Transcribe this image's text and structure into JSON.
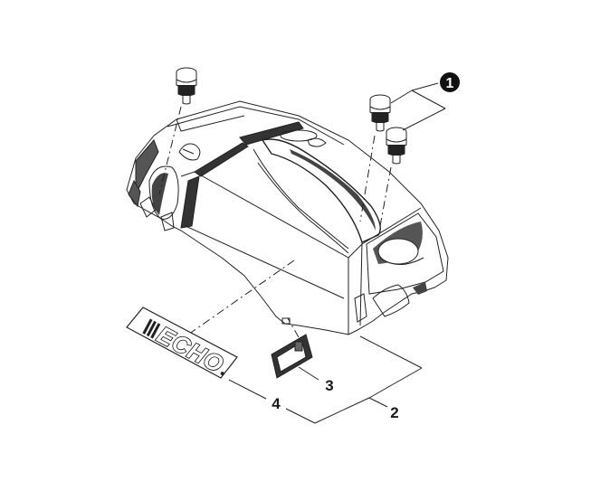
{
  "callouts": {
    "part1": "1",
    "part2": "2",
    "part3": "3",
    "part4": "4"
  },
  "logo": {
    "brand_text": "ECHO"
  },
  "colors": {
    "line": "#222222",
    "shade": "#4a4a4a",
    "fill": "#ffffff"
  },
  "icons": [
    "screw-knob-icon",
    "engine-cover-icon",
    "label-plate-icon",
    "echo-decal-icon"
  ]
}
